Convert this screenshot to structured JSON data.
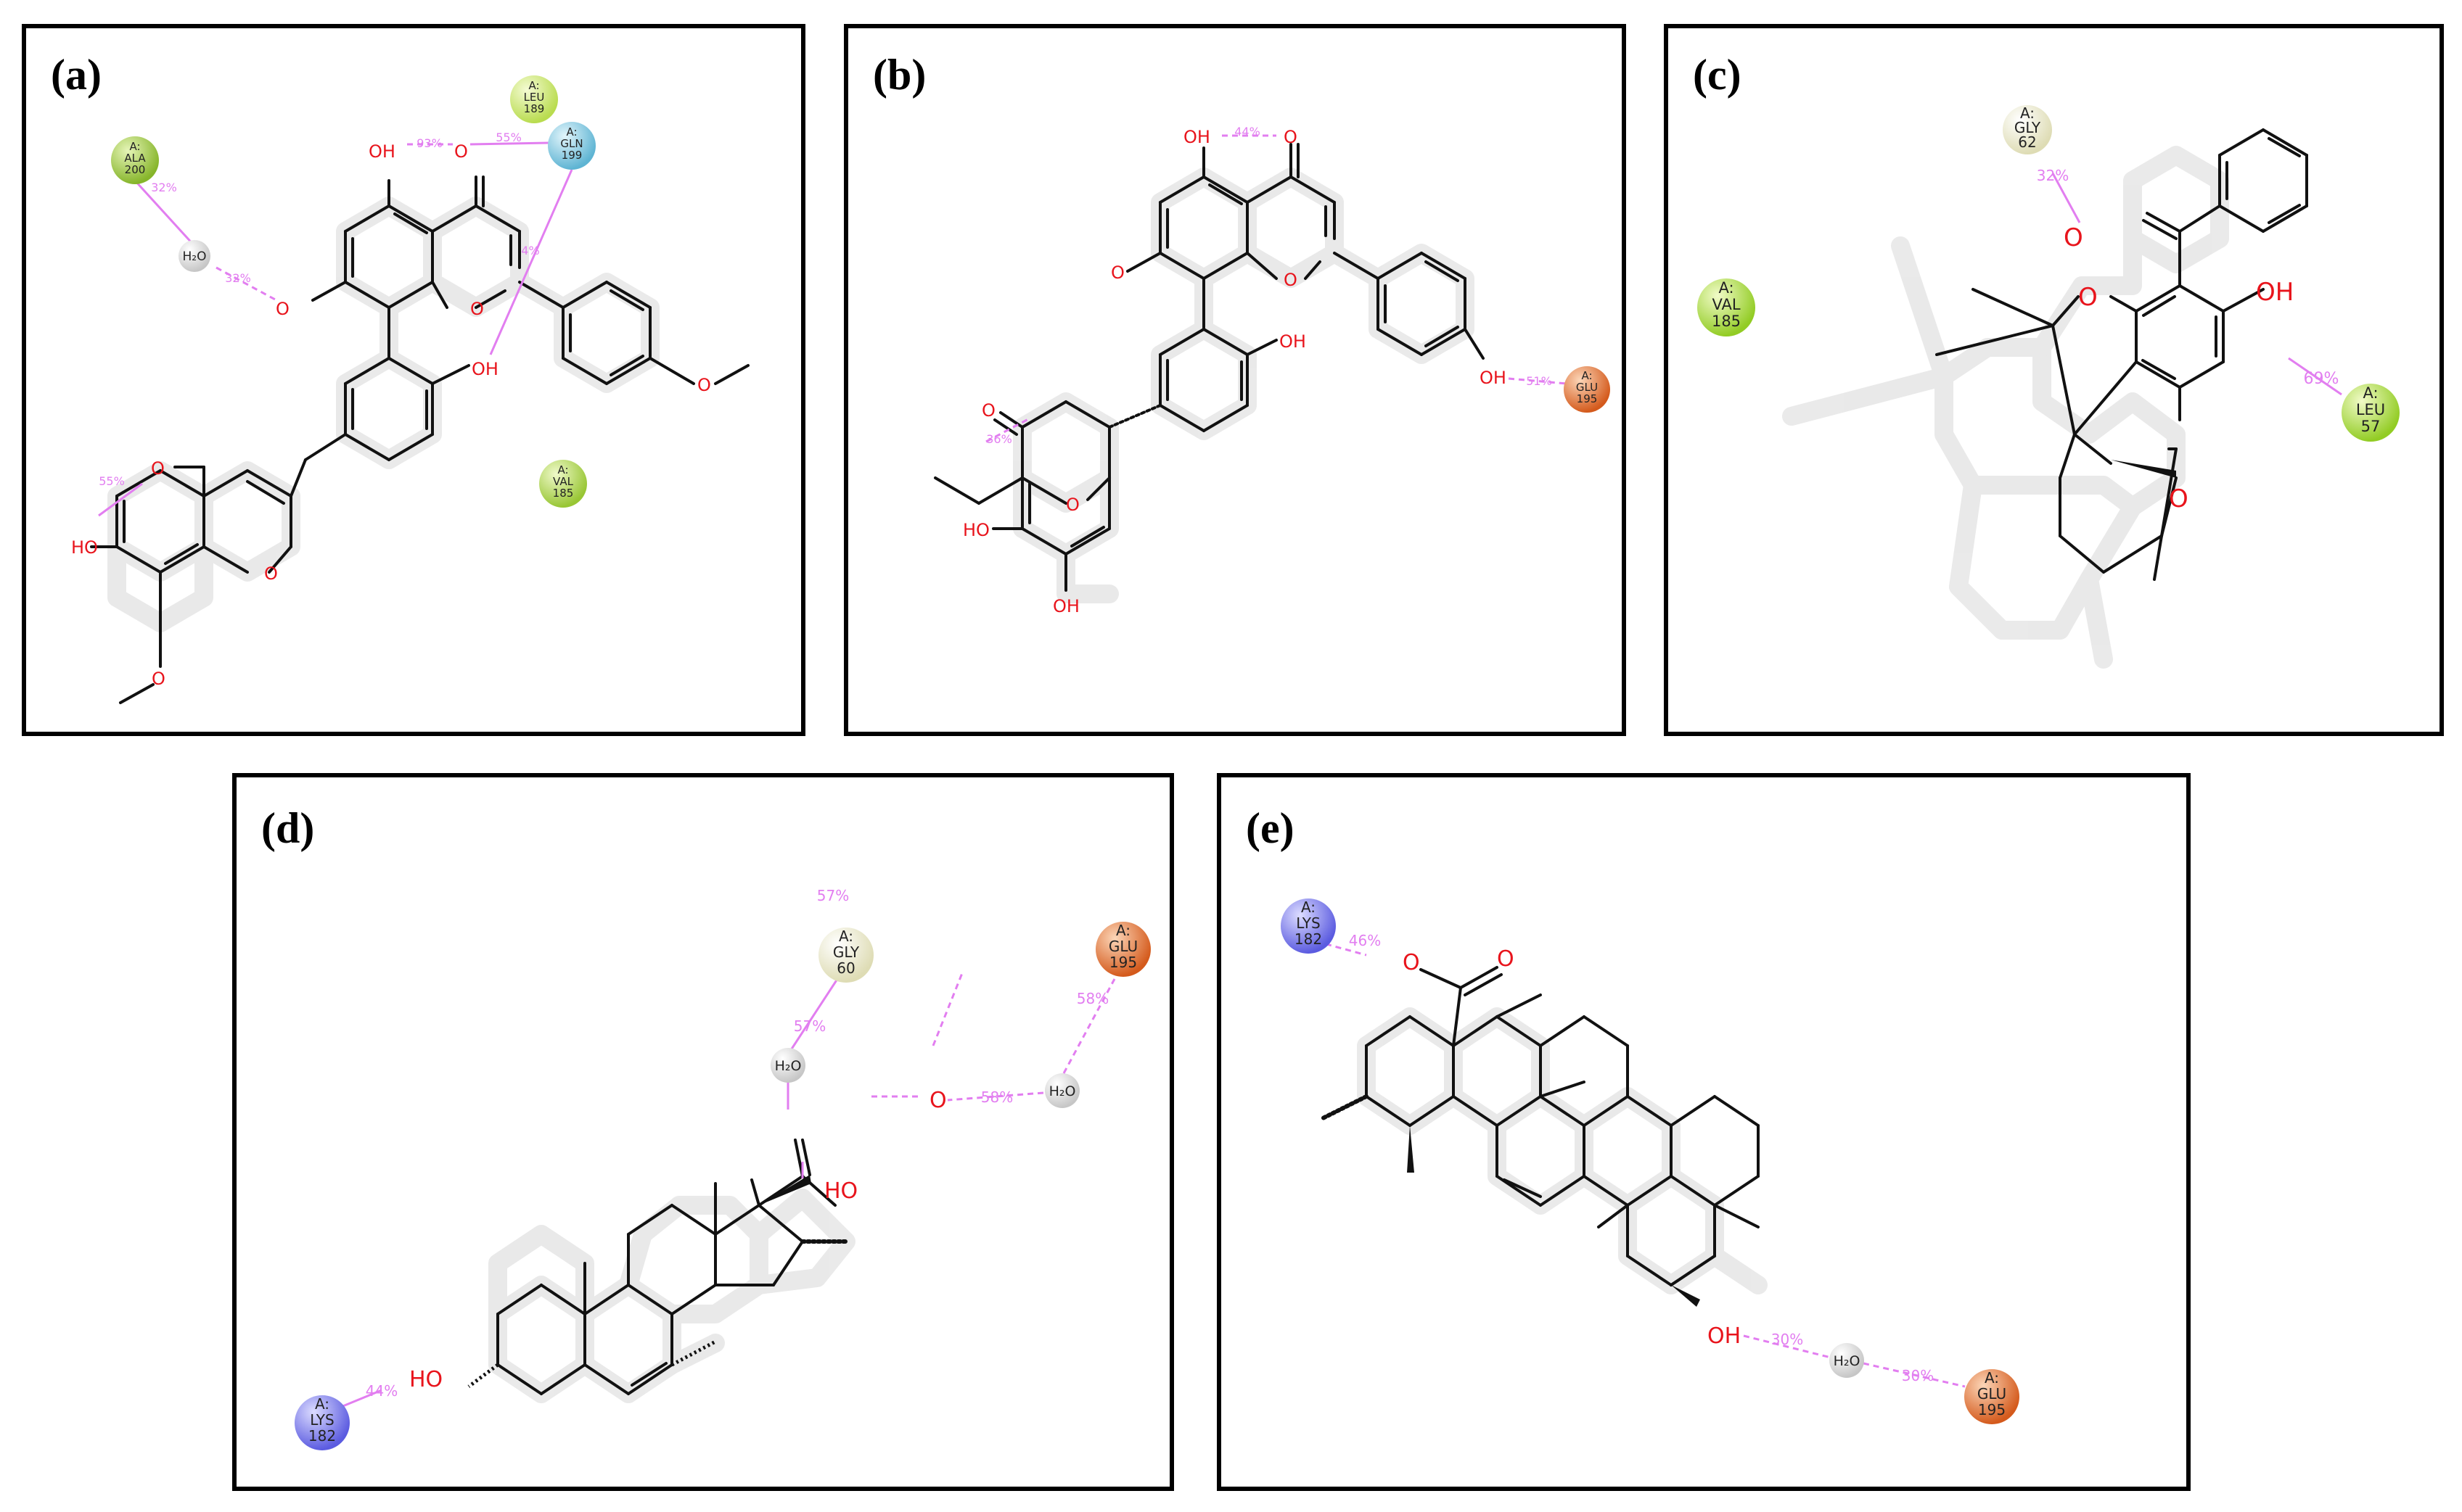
{
  "panels": {
    "a": {
      "label": "(a)",
      "residues": {
        "ala": {
          "chain": "A:",
          "name": "ALA",
          "num": "200",
          "color": "#9cc43a"
        },
        "leu": {
          "chain": "A:",
          "name": "LEU",
          "num": "189",
          "color": "#c8e66a"
        },
        "gln": {
          "chain": "A:",
          "name": "GLN",
          "num": "199",
          "color": "#7ec6df"
        },
        "val": {
          "chain": "A:",
          "name": "VAL",
          "num": "185",
          "color": "#a6d244"
        }
      },
      "water": "H₂O",
      "interactions": {
        "ala_water": "32%",
        "water_o": "32%",
        "oh_o": "93%",
        "o_gln": "55%",
        "gln_ring": "4%",
        "oh_ketone": "55%"
      },
      "atoms": {
        "oh1": "OH",
        "o_keto": "O",
        "o_minus": "O",
        "o_ring": "O",
        "oh2": "OH",
        "o_ring2": "O",
        "o_keto2": "O",
        "ho": "HO",
        "o_me1": "O",
        "o_me2": "O"
      }
    },
    "b": {
      "label": "(b)",
      "residues": {
        "glu": {
          "chain": "A:",
          "name": "GLU",
          "num": "195",
          "color": "#e06a2a"
        }
      },
      "interactions": {
        "oh_o": "44%",
        "oh_glu": "51%",
        "ho_o": "36%"
      },
      "atoms": {
        "oh1": "OH",
        "o_keto": "O",
        "o_minus": "O",
        "o_ring": "O",
        "oh2": "OH",
        "oh3": "OH",
        "o_keto2": "O",
        "o_ring2": "O",
        "ho": "HO",
        "oh4": "OH"
      }
    },
    "c": {
      "label": "(c)",
      "residues": {
        "gly": {
          "chain": "A:",
          "name": "GLY",
          "num": "62",
          "color": "#f1f1d8"
        },
        "val": {
          "chain": "A:",
          "name": "VAL",
          "num": "185",
          "color": "#a9d83a"
        },
        "leu": {
          "chain": "A:",
          "name": "LEU",
          "num": "57",
          "color": "#a9d83a"
        }
      },
      "interactions": {
        "gly_o": "32%",
        "oh_leu": "69%"
      },
      "atoms": {
        "o_carbonyl": "O",
        "o_ring1": "O",
        "oh": "OH",
        "o_ring2": "O"
      }
    },
    "d": {
      "label": "(d)",
      "residues": {
        "gly": {
          "chain": "A:",
          "name": "GLY",
          "num": "60",
          "color": "#f1f1d8"
        },
        "glu": {
          "chain": "A:",
          "name": "GLU",
          "num": "195",
          "color": "#e06a2a"
        },
        "lys": {
          "chain": "A:",
          "name": "LYS",
          "num": "182",
          "color": "#7b7be8"
        }
      },
      "water": "H₂O",
      "interactions": {
        "w1_gly": "57%",
        "ho_w1": "57%",
        "w2_glu": "58%",
        "o_w2": "58%",
        "lys_ho": "44%"
      },
      "atoms": {
        "o_keto": "O",
        "ho17": "HO",
        "ho3": "HO"
      }
    },
    "e": {
      "label": "(e)",
      "residues": {
        "lys": {
          "chain": "A:",
          "name": "LYS",
          "num": "182",
          "color": "#7b7be8"
        },
        "glu": {
          "chain": "A:",
          "name": "GLU",
          "num": "195",
          "color": "#e06a2a"
        }
      },
      "water": "H₂O",
      "interactions": {
        "lys_o": "46%",
        "oh_w": "30%",
        "w_glu": "30%"
      },
      "atoms": {
        "o_minus": "O",
        "o_keto": "O",
        "oh": "OH"
      }
    }
  }
}
